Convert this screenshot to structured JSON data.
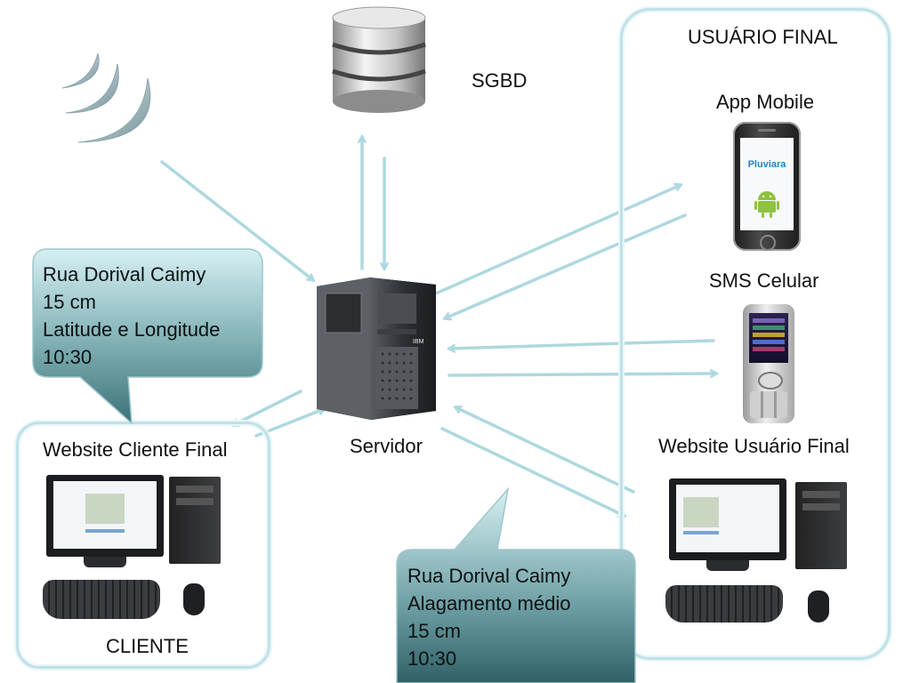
{
  "labels": {
    "sgbd": "SGBD",
    "servidor": "Servidor",
    "usuario_final": "USUÁRIO FINAL",
    "app_mobile": "App Mobile",
    "sms_celular": "SMS Celular",
    "website_usuario_final": "Website Usuário Final",
    "website_cliente_final": "Website Cliente Final",
    "cliente": "CLIENTE"
  },
  "phone_screen": {
    "app_name": "Pluviara"
  },
  "server": {
    "brand": "IBM"
  },
  "callout_client": {
    "lines": [
      "Rua Dorival Caimy",
      "15 cm",
      "Latitude  e Longitude",
      "10:30"
    ]
  },
  "callout_user": {
    "lines": [
      "Rua Dorival Caimy",
      "Alagamento médio",
      "15 cm",
      "10:30"
    ]
  },
  "colors": {
    "arrow": "#aed8df",
    "panel_border": "#bfe1e8",
    "callout_gradient_top": "#d3eef1",
    "callout_gradient_bottom": "#3d7278"
  }
}
